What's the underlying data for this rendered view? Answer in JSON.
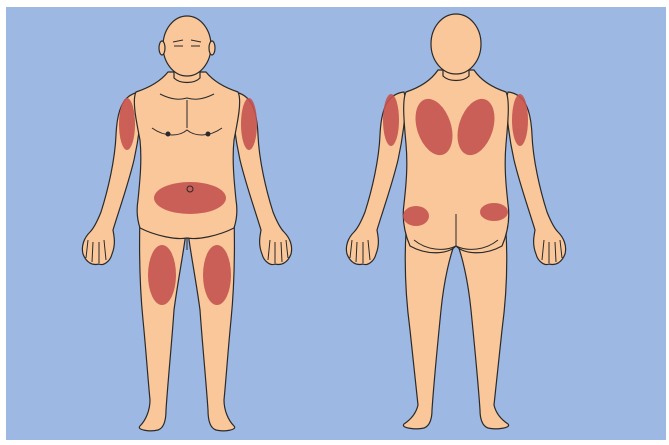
{
  "image": {
    "subject": "front-and-back-body-outline",
    "views": [
      "front",
      "back"
    ]
  },
  "colors": {
    "background": "#9db8e2",
    "skin": "#f9c79a",
    "outline": "#2a2a2a",
    "highlight": "#c65450"
  }
}
